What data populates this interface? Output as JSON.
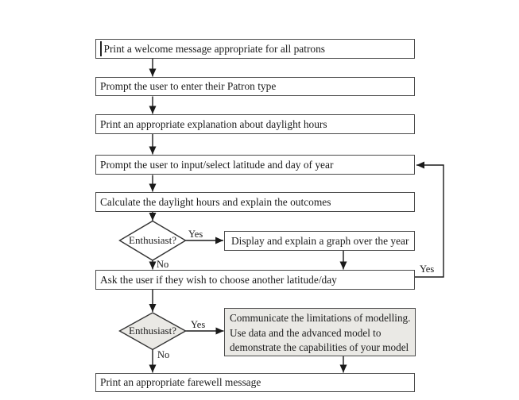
{
  "diagram": {
    "boxes": {
      "welcome": "Print a welcome message appropriate for all patrons",
      "patron_type": "Prompt the user to enter their Patron type",
      "daylight_explanation": "Print an appropriate explanation about daylight hours",
      "latitude_prompt": "Prompt the user to input/select latitude and day of year",
      "calculate": "Calculate the daylight hours and explain the outcomes",
      "graph": "Display and explain a graph over the year",
      "ask_another": "Ask the user if they wish to choose another latitude/day",
      "farewell": "Print an appropriate farewell message"
    },
    "limitations_box": {
      "lines": [
        "Communicate the limitations of modelling.",
        "Use data and the advanced model to",
        "demonstrate the capabilities of your model"
      ]
    },
    "decisions": {
      "enthusiast1": "Enthusiast?",
      "enthusiast2": "Enthusiast?"
    },
    "edge_labels": {
      "enthusiast1_yes": "Yes",
      "enthusiast1_no": "No",
      "loop_back_yes": "Yes",
      "enthusiast2_yes": "Yes",
      "enthusiast2_no": "No"
    },
    "colors": {
      "background": "#ffffff",
      "box_border": "#4a4a4a",
      "line": "#1a1a1a",
      "shaded_fill": "#eae9e5",
      "text": "#1b1b1b"
    }
  }
}
